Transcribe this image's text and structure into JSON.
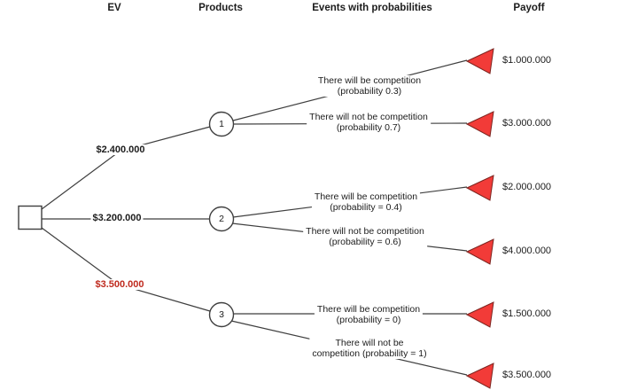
{
  "diagram": {
    "type": "decision-tree",
    "headers": {
      "ev": "EV",
      "products": "Products",
      "events": "Events with probabilities",
      "payoff": "Payoff"
    },
    "colors": {
      "line": "#3f3f3f",
      "triangle_fill": "#f23b38",
      "triangle_stroke": "#7c241f",
      "ev_highlight": "#bf2a1e",
      "text": "#1c1c1c"
    },
    "branches": [
      {
        "product": "1",
        "ev": "$2.400.000",
        "highlighted": false,
        "events": [
          {
            "label_line1": "There will be competition",
            "label_line2": "(probability 0.3)",
            "payoff": "$1.000.000"
          },
          {
            "label_line1": "There will not be competition",
            "label_line2": "(probability 0.7)",
            "payoff": "$3.000.000"
          }
        ]
      },
      {
        "product": "2",
        "ev": "$3.200.000",
        "highlighted": false,
        "events": [
          {
            "label_line1": "There will be competition",
            "label_line2": "(probability = 0.4)",
            "payoff": "$2.000.000"
          },
          {
            "label_line1": "There will not be competition",
            "label_line2": "(probability = 0.6)",
            "payoff": "$4.000.000"
          }
        ]
      },
      {
        "product": "3",
        "ev": "$3.500.000",
        "highlighted": true,
        "events": [
          {
            "label_line1": "There will be competition",
            "label_line2": "(probability = 0)",
            "payoff": "$1.500.000"
          },
          {
            "label_line1": "There will not be",
            "label_line2": "competition (probability = 1)",
            "payoff": "$3.500.000"
          }
        ]
      }
    ]
  }
}
